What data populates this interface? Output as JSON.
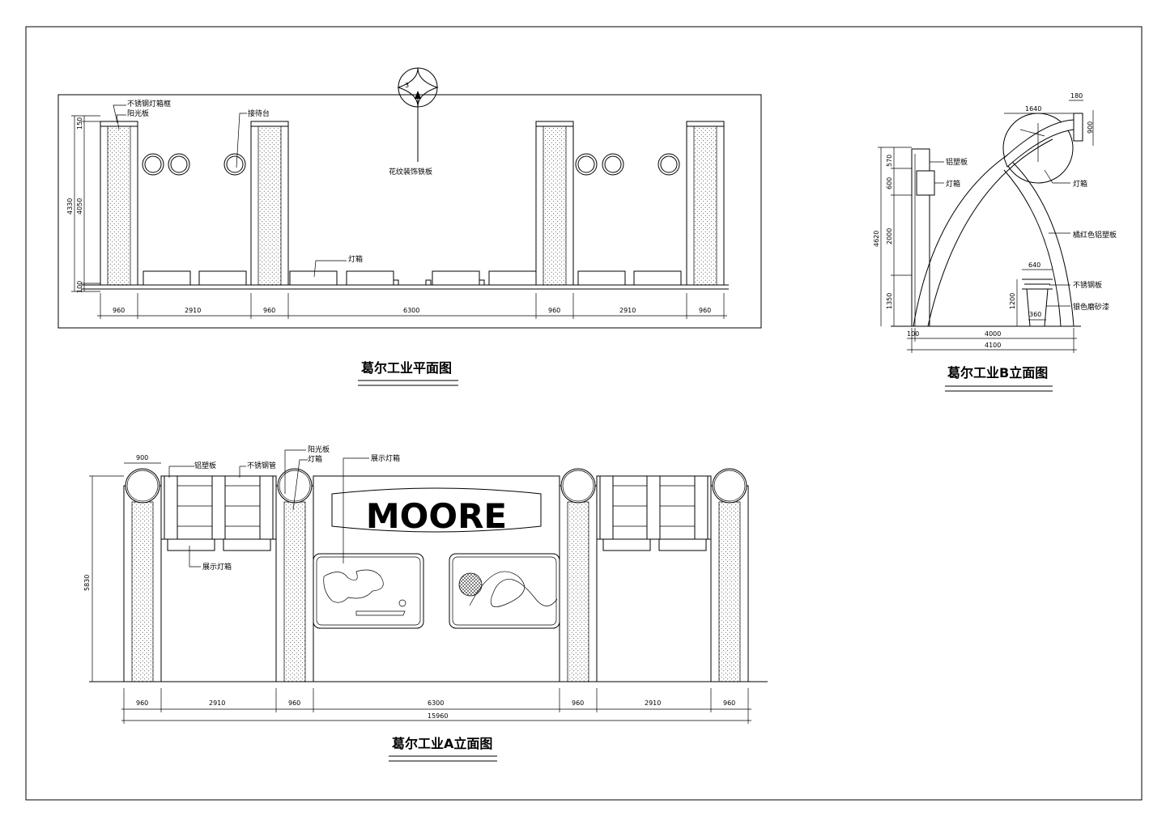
{
  "plan": {
    "title": "葛尔工业平面图",
    "labels": {
      "frame": "不锈钢灯箱框",
      "sun_panel": "阳光板",
      "reception": "接待台",
      "iron_board": "花纹装饰铁板",
      "lightbox": "灯箱"
    },
    "vdims": {
      "top": "150",
      "total": "4330",
      "mid": "4050",
      "bottom": "100"
    },
    "hdims": [
      "960",
      "2910",
      "960",
      "6300",
      "960",
      "2910",
      "960"
    ]
  },
  "elevation_a": {
    "title": "葛尔工业A立面图",
    "brand": "MOORE",
    "labels": {
      "alu_panel": "铝塑板",
      "steel_tube": "不锈钢管",
      "sun_panel": "阳光板",
      "lightbox": "灯箱",
      "display_lightbox_top": "展示灯箱",
      "display_lightbox_left": "展示灯箱"
    },
    "top_dim": "900",
    "height_dim": "5830",
    "hdims": [
      "960",
      "2910",
      "960",
      "6300",
      "960",
      "2910",
      "960"
    ],
    "total": "15960"
  },
  "elevation_b": {
    "title": "葛尔工业B立面图",
    "labels": {
      "alu_panel": "铝塑板",
      "lightbox_left": "灯箱",
      "lightbox_right": "灯箱",
      "orange_panel": "橘红色铝塑板",
      "steel_plate": "不锈钢板",
      "paint": "银色磨砂漆"
    },
    "dims": {
      "d1640": "1640",
      "d180": "180",
      "d900": "900",
      "d570": "570",
      "d600": "600",
      "d4620": "4620",
      "d2000": "2000",
      "d1350": "1350",
      "d640": "640",
      "d1200": "1200",
      "d360": "360",
      "d100": "100",
      "d4000": "4000",
      "d4100": "4100"
    }
  }
}
